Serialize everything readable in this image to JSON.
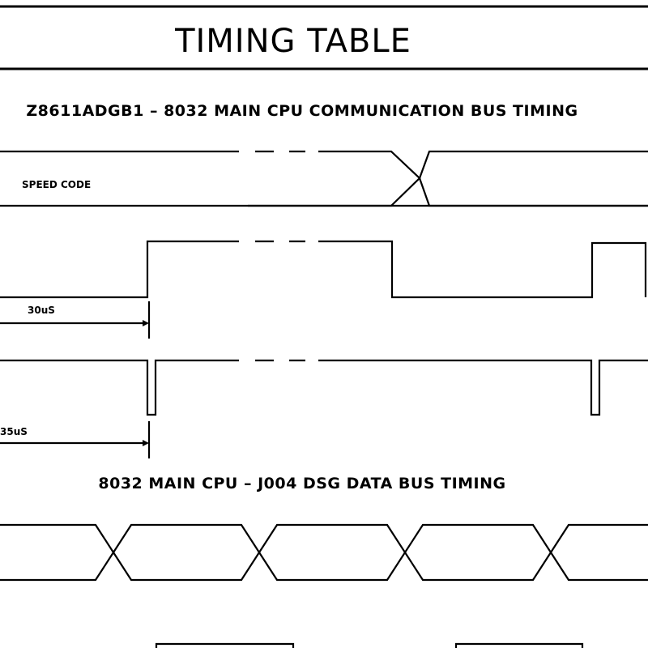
{
  "title": "TIMING TABLE",
  "section1": {
    "heading": "Z8611ADGB1 – 8032 MAIN CPU COMMUNICATION BUS TIMING",
    "signal_label": "SPEED CODE",
    "interval_1": "30uS",
    "interval_2": "35uS"
  },
  "section2": {
    "heading": "8032 MAIN CPU – J004 DSG DATA BUS TIMING"
  }
}
